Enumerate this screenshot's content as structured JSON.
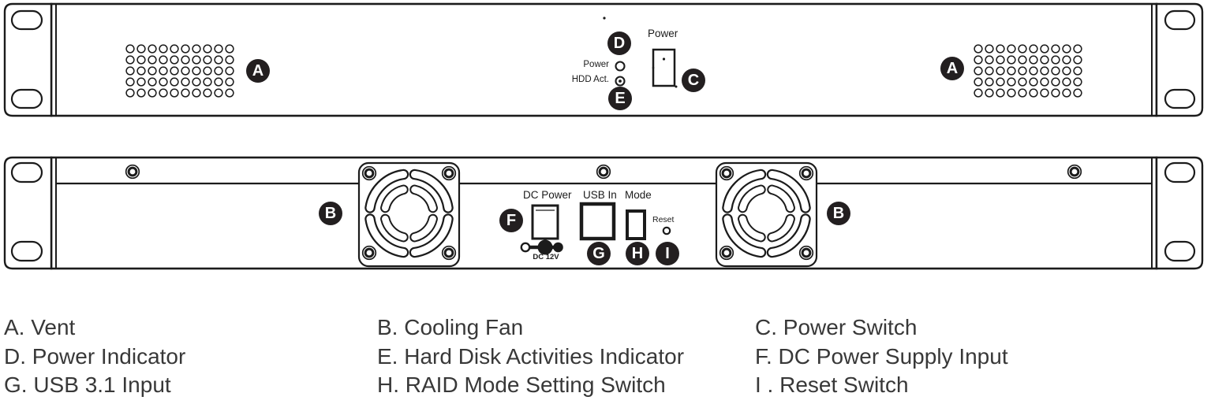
{
  "front_panel": {
    "power_switch_label": "Power",
    "power_led_label": "Power",
    "hdd_led_label": "HDD Act.",
    "callouts": {
      "vent_left": "A",
      "vent_right": "A",
      "power_switch": "C",
      "power_led": "D",
      "hdd_led": "E"
    }
  },
  "rear_panel": {
    "dc_power_label": "DC Power",
    "usb_in_label": "USB In",
    "mode_label": "Mode",
    "reset_label": "Reset",
    "dc_voltage_label": "DC 12V",
    "callouts": {
      "fan_left": "B",
      "fan_right": "B",
      "dc_input": "F",
      "usb_input": "G",
      "mode_switch": "H",
      "reset_switch": "I"
    }
  },
  "legend": {
    "column1": [
      "A. Vent",
      "D. Power Indicator",
      "G. USB 3.1 Input"
    ],
    "column2": [
      "B. Cooling Fan",
      "E. Hard Disk Activities Indicator",
      "H. RAID Mode Setting Switch"
    ],
    "column3": [
      "C. Power Switch",
      "F. DC Power Supply Input",
      "I . Reset Switch"
    ]
  },
  "colors": {
    "line": "#1b1b1b",
    "badge": "#231f20",
    "legend_text": "#383838"
  }
}
